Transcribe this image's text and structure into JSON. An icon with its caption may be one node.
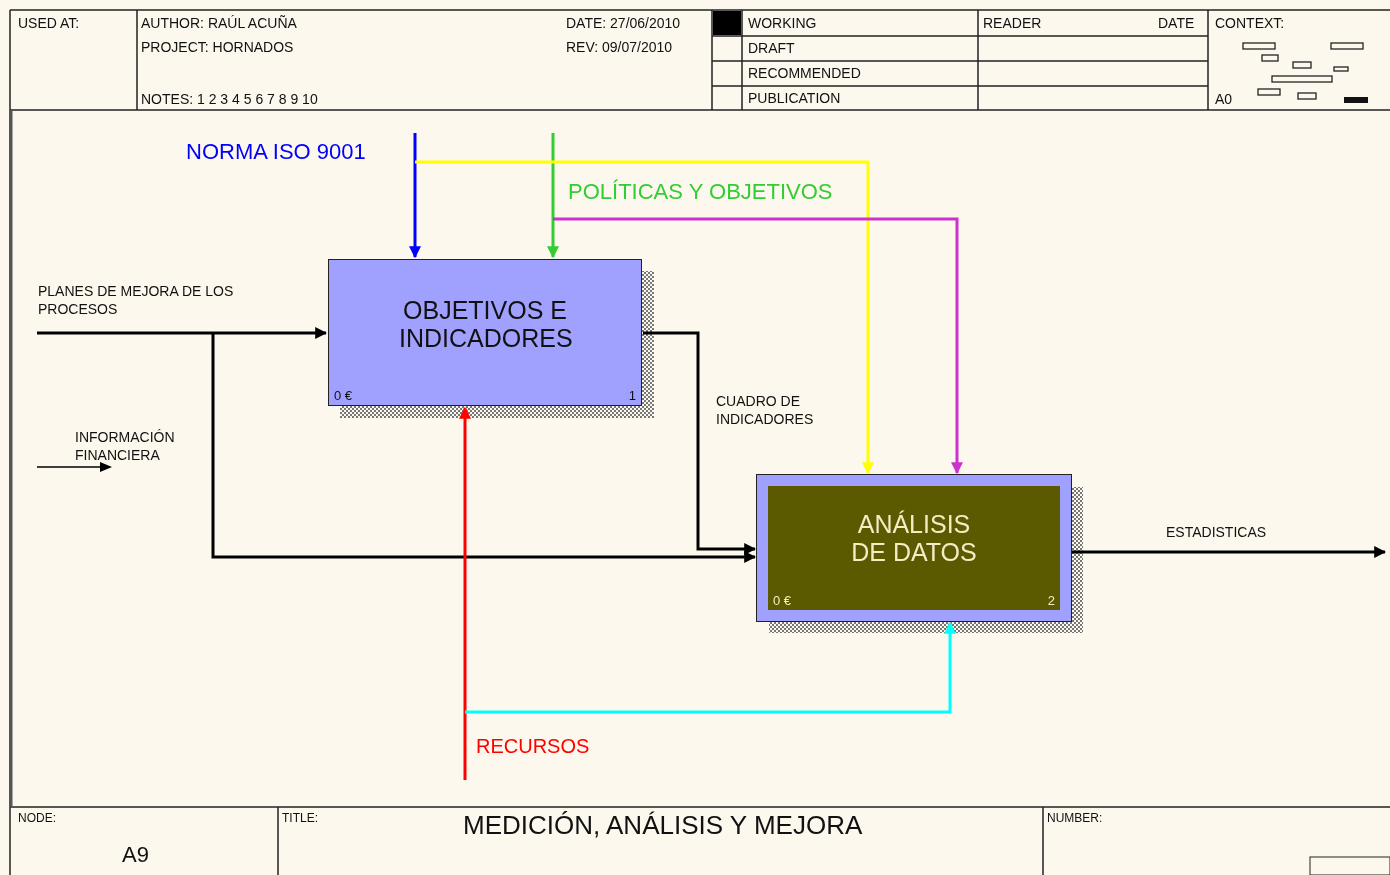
{
  "diagram": {
    "title": "MEDICIÓN, ANÁLISIS Y MEJORA",
    "nodes": [
      {
        "text": [
          "OBJETIVOS E INDICADORES",
          "0 €",
          "1"
        ]
      },
      {
        "text": [
          "ANÁLISIS DE DATOS",
          "0 €",
          "2"
        ]
      }
    ],
    "edges": [
      {
        "from": null,
        "to": 0,
        "arrow": "to",
        "label": "NORMA ISO 9001",
        "color": "#0000ff"
      },
      {
        "from": null,
        "to": 0,
        "arrow": "to",
        "label": "POLÍTICAS Y OBJETIVOS",
        "color": "#33cc33"
      },
      {
        "from": null,
        "to": 0,
        "arrow": "to",
        "label": "PLANES DE MEJORA DE LOS PROCESOS"
      },
      {
        "from": null,
        "to": 1,
        "arrow": "to"
      },
      {
        "from": null,
        "to": 1,
        "arrow": "to",
        "color": "#ffff00"
      },
      {
        "from": null,
        "to": 1,
        "arrow": "to",
        "color": "#cc33cc"
      },
      {
        "from": 0,
        "to": 1,
        "arrow": "to",
        "label": "CUADRO DE INDICADORES"
      },
      {
        "from": 1,
        "to": null,
        "arrow": "to",
        "label": "ESTADISTICAS"
      },
      {
        "from": null,
        "to": 0,
        "arrow": "to",
        "label": "RECURSOS",
        "color": "#ff0000"
      },
      {
        "from": null,
        "to": 1,
        "arrow": "to",
        "color": "#00ffff"
      }
    ],
    "labels": [
      "USED AT:",
      "AUTHOR: RAÚL ACUÑA",
      "DATE: 27/06/2010",
      "WORKING",
      "READER",
      "DATE",
      "CONTEXT:",
      "PROJECT: HORNADOS",
      "REV: 09/07/2010",
      "DRAFT",
      "RECOMMENDED",
      "NOTES: 1 2 3 4 5 6 7 8 9 10",
      "PUBLICATION",
      "A0",
      "INFORMACIÓN FINANCIERA",
      "NODE:",
      "A9",
      "TITLE:",
      "NUMBER:"
    ]
  }
}
